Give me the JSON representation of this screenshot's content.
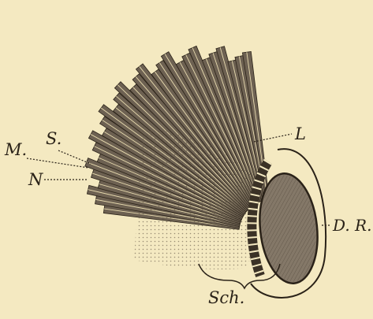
{
  "figure": {
    "labels": {
      "m": "M.",
      "s": "S.",
      "n": "N",
      "l": "L",
      "dr": "D. R.",
      "sch": "Sch."
    },
    "colors": {
      "paper": "#f4e9c1",
      "ink": "#2a2218",
      "rod_fill": "#6d6152",
      "gland_fill": "#847868"
    }
  }
}
